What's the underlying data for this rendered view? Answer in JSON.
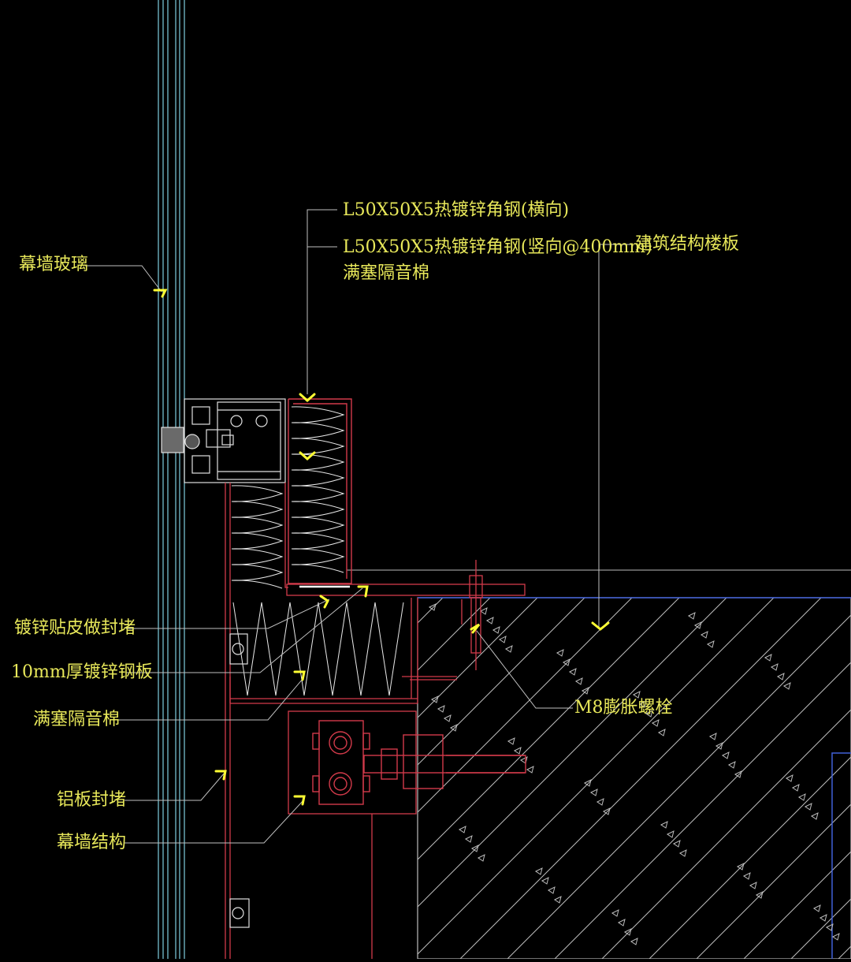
{
  "colors": {
    "background": "#000000",
    "label_text": "#e8e85a",
    "leader_line": "#bfbfbf",
    "glass_line": "#7ecfe0",
    "steel_red": "#d23a4a",
    "insulation_white": "#e8e8e8",
    "concrete_line": "#c8c8c8",
    "marker_yellow": "#ffff33",
    "slab_outline": "#4060d8"
  },
  "labels": {
    "curtain_glass": "幕墙玻璃",
    "angle_horizontal": "L50X50X5热镀锌角钢(横向)",
    "angle_vertical": "L50X50X5热镀锌角钢(竖向@400mm)",
    "sound_wool_top": "满塞隔音棉",
    "floor_slab": "建筑结构楼板",
    "galv_skin_seal": "镀锌贴皮做封堵",
    "galv_steel_plate": "10mm厚镀锌钢板",
    "sound_wool_bottom": "满塞隔音棉",
    "expansion_bolt": "M8膨胀螺栓",
    "aluminum_seal": "铝板封堵",
    "curtain_structure": "幕墙结构"
  }
}
